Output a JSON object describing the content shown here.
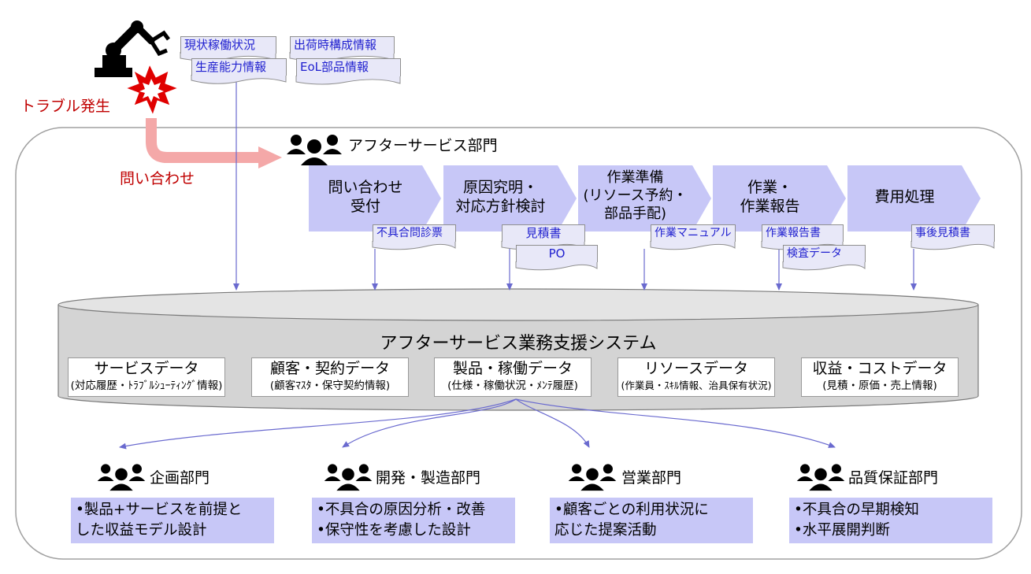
{
  "trouble": {
    "label": "トラブル発生",
    "inquiry": "問い合わせ",
    "color": "#c00000"
  },
  "robot_docs": [
    "現状稼働状況",
    "生産能力情報",
    "出荷時構成情報",
    "EoL部品情報"
  ],
  "after_service": {
    "dept_name": "アフターサービス部門",
    "steps": [
      {
        "line1": "問い合わせ",
        "line2": "受付",
        "line3": ""
      },
      {
        "line1": "原因究明・",
        "line2": "対応方針検討",
        "line3": ""
      },
      {
        "line1": "作業準備",
        "line2": "(リソース予約・",
        "line3": "部品手配)"
      },
      {
        "line1": "作業・",
        "line2": "作業報告",
        "line3": ""
      },
      {
        "line1": "費用処理",
        "line2": "",
        "line3": ""
      }
    ],
    "step_docs": [
      "不具合問診票",
      "見積書",
      "PO",
      "作業マニュアル",
      "作業報告書",
      "検査データ",
      "事後見積書"
    ]
  },
  "system": {
    "title": "アフターサービス業務支援システム",
    "data_boxes": [
      {
        "title": "サービスデータ",
        "sub": "(対応履歴・ﾄﾗﾌﾞﾙｼｭｰﾃｨﾝｸﾞ情報)"
      },
      {
        "title": "顧客・契約データ",
        "sub": "(顧客ﾏｽﾀ・保守契約情報)"
      },
      {
        "title": "製品・稼働データ",
        "sub": "(仕様・稼働状況・ﾒﾝﾃ履歴)"
      },
      {
        "title": "リソースデータ",
        "sub": "(作業員・ｽｷﾙ情報、治具保有状況)"
      },
      {
        "title": "収益・コストデータ",
        "sub": "(見積・原価・売上情報)"
      }
    ]
  },
  "departments": [
    {
      "name": "企画部門",
      "notes": [
        "•製品+サービスを前提と",
        "した収益モデル設計"
      ]
    },
    {
      "name": "開発・製造部門",
      "notes": [
        "•不具合の原因分析・改善",
        "•保守性を考慮した設計"
      ]
    },
    {
      "name": "営業部門",
      "notes": [
        "•顧客ごとの利用状況に",
        "応じた提案活動"
      ]
    },
    {
      "name": "品質保証部門",
      "notes": [
        "•不具合の早期検知",
        "•水平展開判断"
      ]
    }
  ],
  "colors": {
    "chevron": "#c7c7f7",
    "doc_text": "#1f1fcf",
    "arrow": "#6a6acf",
    "inquiry_arrow": "#f4a8a8",
    "cylinder": "#d4d4d4"
  }
}
